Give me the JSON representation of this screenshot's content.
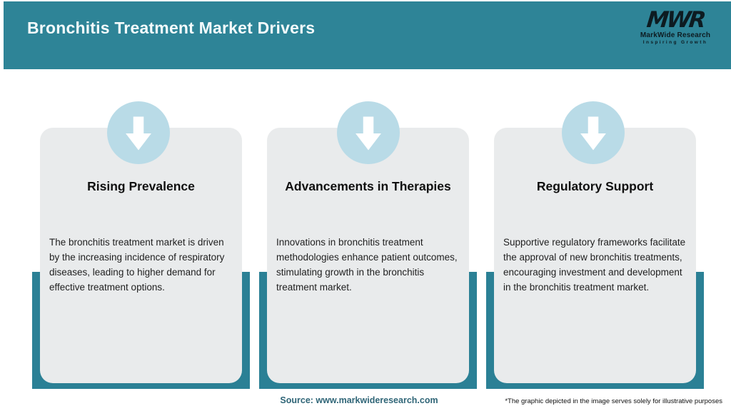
{
  "header": {
    "title": "Bronchitis Treatment Market Drivers"
  },
  "logo": {
    "monogram": "MWR",
    "name": "MarkWide Research",
    "tagline": "Inspiring Growth"
  },
  "cards": [
    {
      "icon": "down-arrow-icon",
      "title": "Rising Prevalence",
      "description": "The bronchitis treatment market is driven by the increasing incidence of respiratory diseases, leading to higher demand for effective treatment options."
    },
    {
      "icon": "down-arrow-icon",
      "title": "Advancements in Therapies",
      "description": "Innovations in bronchitis treatment methodologies enhance patient outcomes, stimulating growth in the bronchitis treatment market."
    },
    {
      "icon": "down-arrow-icon",
      "title": "Regulatory Support",
      "description": "Supportive regulatory frameworks facilitate the approval of new bronchitis treatments, encouraging investment and development in the bronchitis treatment market."
    }
  ],
  "footer": {
    "source": "Source: www.markwideresearch.com",
    "disclaimer": "*The graphic depicted in the image serves solely for illustrative purposes"
  },
  "colors": {
    "header_teal": "#2E8497",
    "backdrop_teal": "#2B8095",
    "card_gray": "#E9EBEC",
    "circle_blue": "#B9DBE7",
    "title_text": "#F4FBFC",
    "source_text": "#2F6577"
  }
}
